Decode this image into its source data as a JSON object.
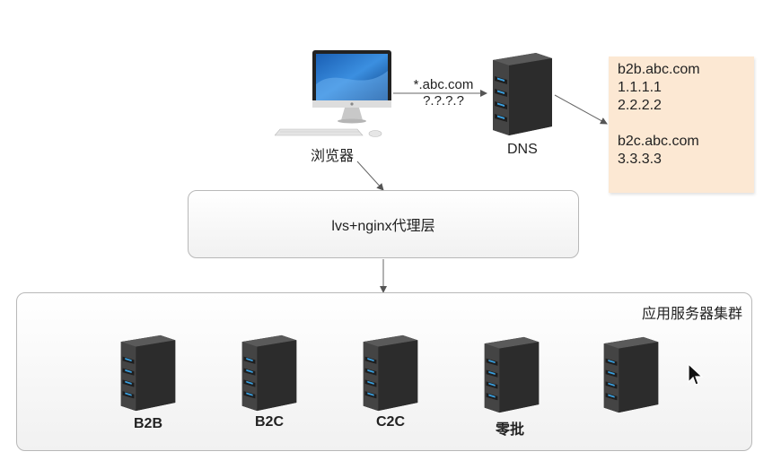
{
  "browser": {
    "label": "浏览器",
    "icon": "desktop-computer-icon"
  },
  "request_arrow": {
    "domain": "*.abc.com",
    "ip": "?.?.?.?"
  },
  "dns": {
    "label": "DNS",
    "icon": "server-icon"
  },
  "dns_records": [
    {
      "domain": "b2b.abc.com",
      "ips": [
        "1.1.1.1",
        "2.2.2.2"
      ]
    },
    {
      "domain": "b2c.abc.com",
      "ips": [
        "3.3.3.3"
      ]
    }
  ],
  "proxy_layer": {
    "label": "lvs+nginx代理层"
  },
  "cluster": {
    "label": "应用服务器集群",
    "servers": [
      {
        "label": "B2B"
      },
      {
        "label": "B2C"
      },
      {
        "label": "C2C"
      },
      {
        "label": "零批"
      },
      {
        "label": ""
      }
    ]
  },
  "colors": {
    "note_background": "#fce8d3",
    "server_led": "#3aa0e0",
    "server_body": "#3a3a3a"
  }
}
